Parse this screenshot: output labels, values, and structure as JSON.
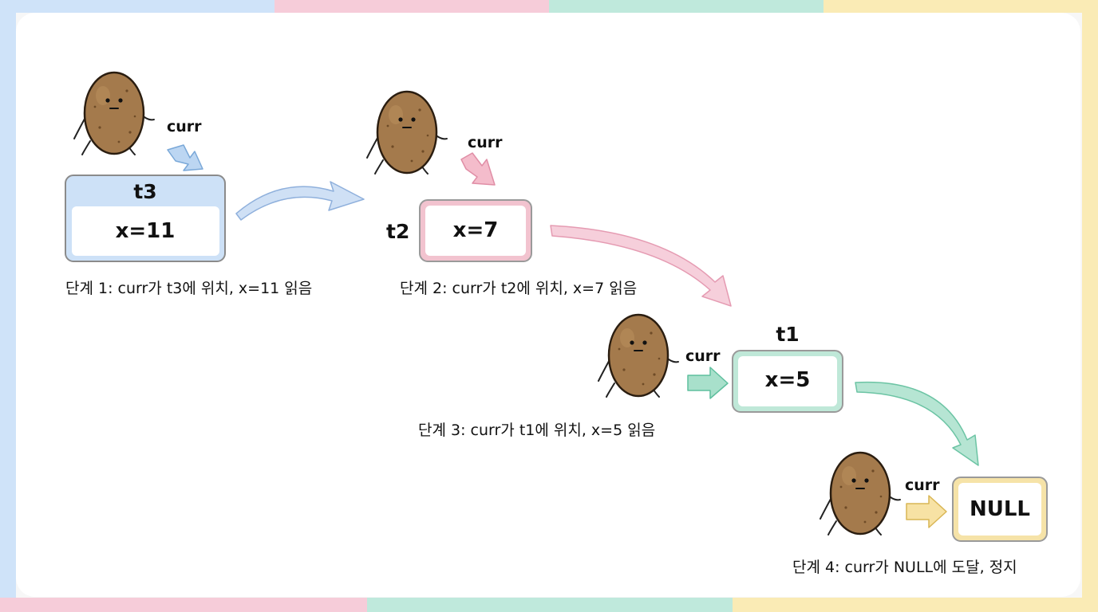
{
  "pointer_label": "curr",
  "nodes": [
    {
      "name": "t3",
      "value": "x=11",
      "color": "#bcd6f2"
    },
    {
      "name": "t2",
      "value": "x=7",
      "color": "#f2bccc"
    },
    {
      "name": "t1",
      "value": "x=5",
      "color": "#b3e3d2"
    }
  ],
  "null_node": {
    "label": "NULL",
    "color": "#f6e2a6"
  },
  "steps": [
    "단계 1: curr가 t3에 위치, x=11 읽음",
    "단계 2: curr가 t2에 위치, x=7 읽음",
    "단계 3: curr가 t1에 위치, x=5 읽음",
    "단계 4: curr가 NULL에 도달, 정지"
  ],
  "frame_colors": [
    "#cfe3f9",
    "#f6ccd9",
    "#bfe9dc",
    "#faebb5"
  ],
  "potato_color": "#a47a4c"
}
